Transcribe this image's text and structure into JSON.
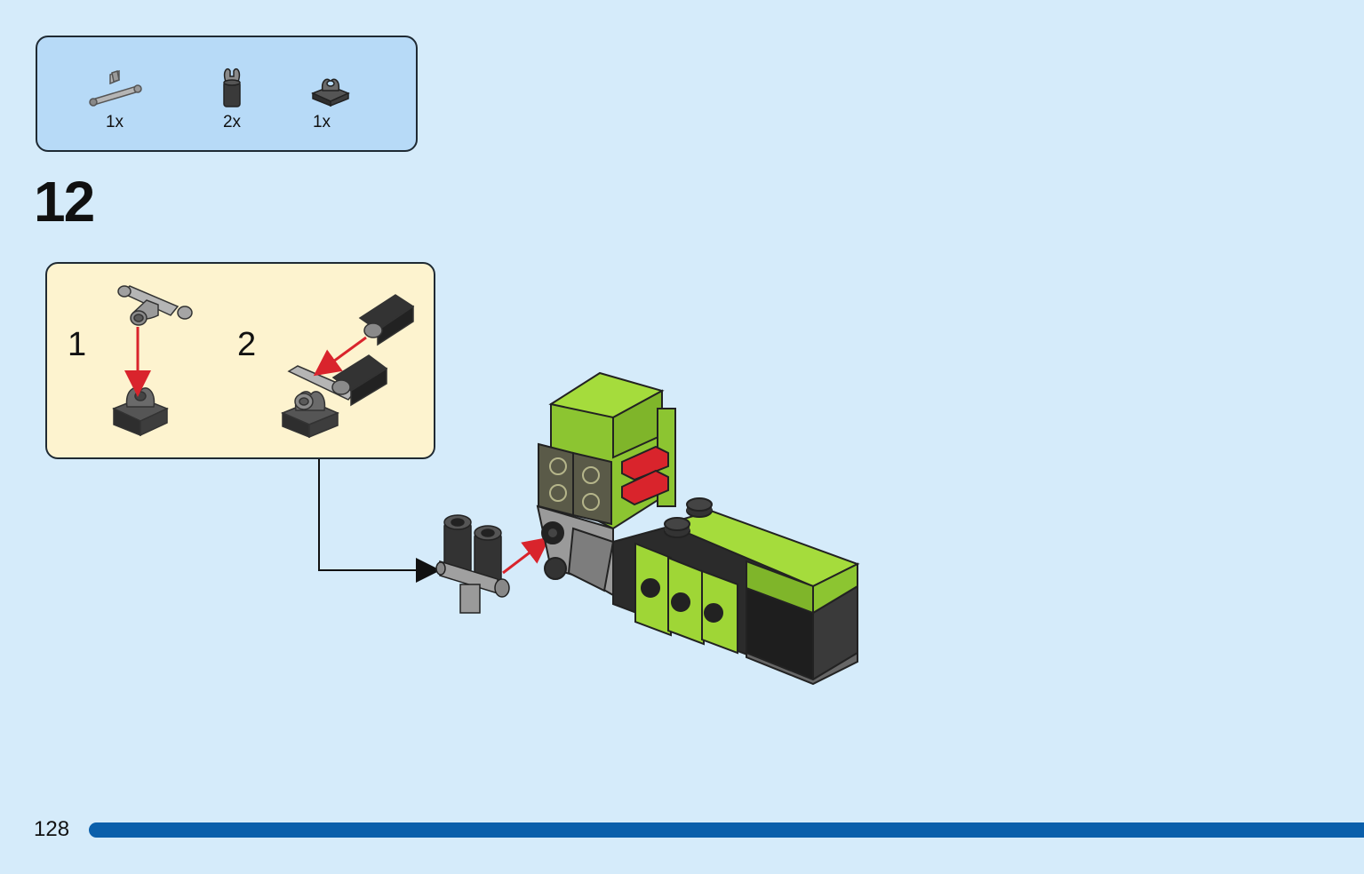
{
  "parts": [
    {
      "qty": "1x",
      "icon": "t-bar-piece-icon"
    },
    {
      "qty": "2x",
      "icon": "clip-bar-piece-icon"
    },
    {
      "qty": "1x",
      "icon": "clip-plate-piece-icon"
    }
  ],
  "step_number": "12",
  "substeps": [
    {
      "number": "1"
    },
    {
      "number": "2"
    }
  ],
  "page_number": "128",
  "colors": {
    "background": "#d5ebfa",
    "parts_box": "#b7daf7",
    "substep_box": "#fdf3cf",
    "progress_bar": "#0a5fab",
    "lime": "#9fd636",
    "red_arrow": "#d9242c"
  }
}
